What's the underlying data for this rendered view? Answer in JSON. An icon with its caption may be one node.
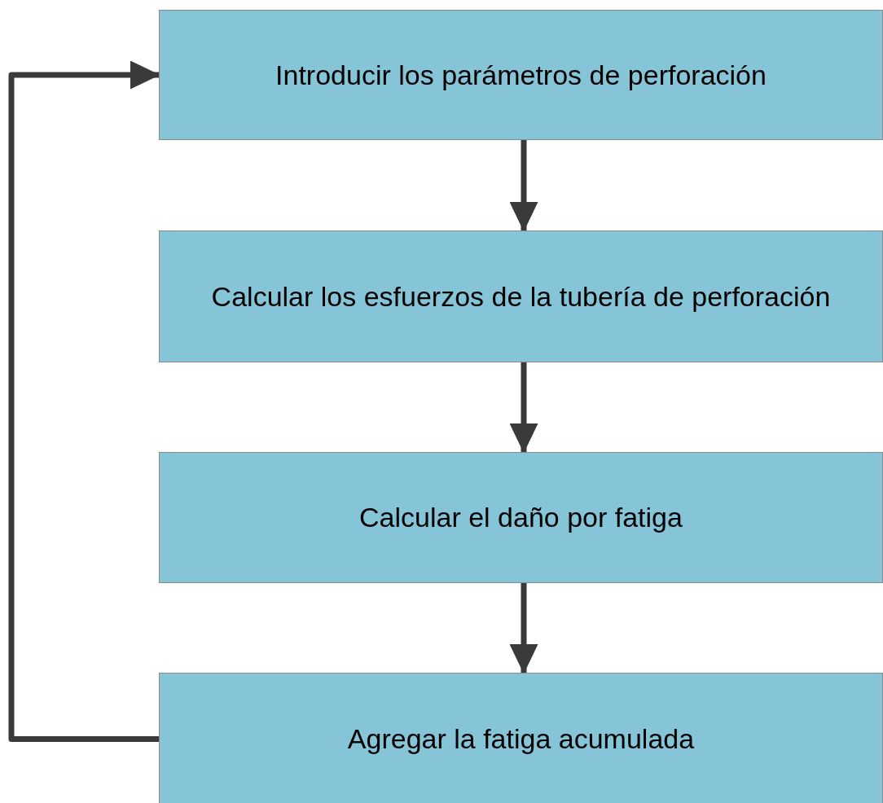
{
  "diagram": {
    "nodes": [
      {
        "text": [
          "Introducir los parámetros de perforación"
        ]
      },
      {
        "text": [
          "Calcular los esfuerzos de la tubería de perforación"
        ]
      },
      {
        "text": [
          "Calcular el daño por fatiga"
        ]
      },
      {
        "text": [
          "Agregar la fatiga acumulada"
        ]
      }
    ],
    "edges": [
      {
        "from": 0,
        "to": 1,
        "arrow": "to"
      },
      {
        "from": 1,
        "to": 2,
        "arrow": "to"
      },
      {
        "from": 2,
        "to": 3,
        "arrow": "to"
      },
      {
        "from": 3,
        "to": 0,
        "arrow": "to"
      }
    ]
  }
}
